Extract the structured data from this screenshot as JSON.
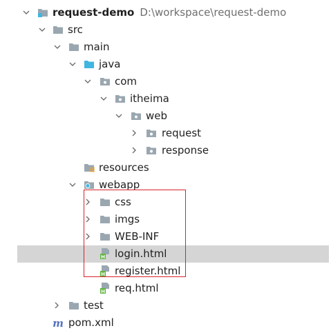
{
  "tree": {
    "rows": [
      {
        "label": "request-demo",
        "extra": "D:\\workspace\\request-demo",
        "icon": "module-folder-icon"
      },
      {
        "label": "src",
        "icon": "folder-icon"
      },
      {
        "label": "main",
        "icon": "folder-icon"
      },
      {
        "label": "java",
        "icon": "source-root-folder-icon"
      },
      {
        "label": "com",
        "icon": "package-icon"
      },
      {
        "label": "itheima",
        "icon": "package-icon"
      },
      {
        "label": "web",
        "icon": "package-icon"
      },
      {
        "label": "request",
        "icon": "package-icon"
      },
      {
        "label": "response",
        "icon": "package-icon"
      },
      {
        "label": "resources",
        "icon": "resources-folder-icon"
      },
      {
        "label": "webapp",
        "icon": "web-folder-icon"
      },
      {
        "label": "css",
        "icon": "folder-icon"
      },
      {
        "label": "imgs",
        "icon": "folder-icon"
      },
      {
        "label": "WEB-INF",
        "icon": "folder-icon"
      },
      {
        "label": "login.html",
        "icon": "html-file-icon"
      },
      {
        "label": "register.html",
        "icon": "html-file-icon"
      },
      {
        "label": "req.html",
        "icon": "html-file-icon"
      },
      {
        "label": "test",
        "icon": "folder-icon"
      },
      {
        "label": "pom.xml",
        "icon": "maven-icon"
      }
    ]
  },
  "colors": {
    "folder": "#9aa7b0",
    "source_root": "#40b6e0",
    "html_green": "#62b543",
    "selection": "#d5d5d5",
    "highlight_box": "#d9202a"
  }
}
